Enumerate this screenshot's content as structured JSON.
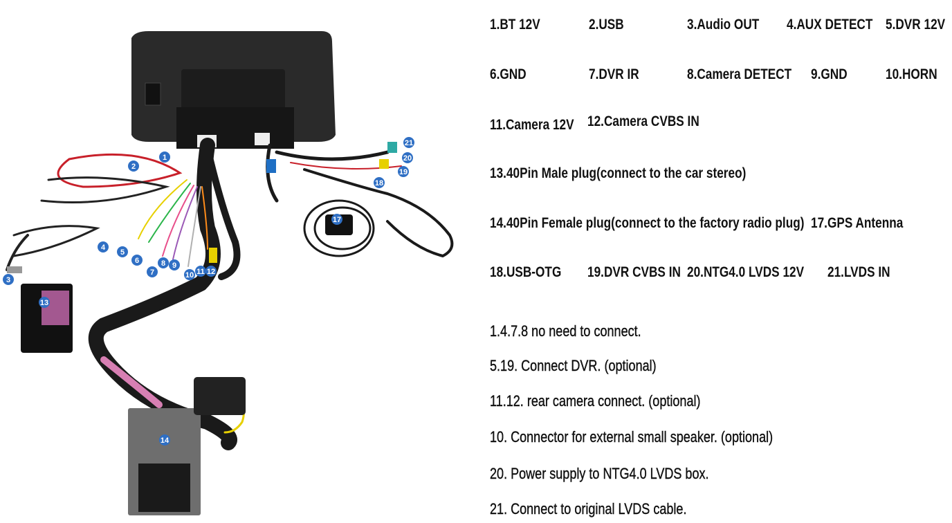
{
  "legend": {
    "row1": [
      "1.BT 12V",
      "2.USB",
      "3.Audio OUT",
      "4.AUX DETECT",
      "5.DVR 12V"
    ],
    "row2": [
      "6.GND",
      "7.DVR IR",
      "8.Camera DETECT",
      "9.GND",
      "10.HORN"
    ],
    "row3": [
      "11.Camera 12V",
      "12.Camera CVBS IN"
    ],
    "row4": [
      "13.40Pin Male plug(connect to the car stereo)"
    ],
    "row5": [
      "14.40Pin Female plug(connect to the factory radio plug)",
      "17.GPS Antenna"
    ],
    "row6": [
      "18.USB-OTG",
      "19.DVR CVBS IN",
      "20.NTG4.0 LVDS 12V",
      "21.LVDS IN"
    ]
  },
  "notes": [
    "1.4.7.8 no need to connect.",
    "5.19. Connect DVR.  (optional)",
    "11.12. rear camera connect.  (optional)",
    "10. Connector for external small speaker.  (optional)",
    "20. Power supply to NTG4.0 LVDS box.",
    "21. Connect to original LVDS cable."
  ],
  "badges": [
    "1",
    "2",
    "3",
    "4",
    "5",
    "6",
    "7",
    "8",
    "9",
    "10",
    "11",
    "12",
    "13",
    "14",
    "17",
    "18",
    "19",
    "20",
    "21"
  ],
  "colors": {
    "badge": "#2f6fc4",
    "text": "#111111",
    "background": "#ffffff"
  }
}
